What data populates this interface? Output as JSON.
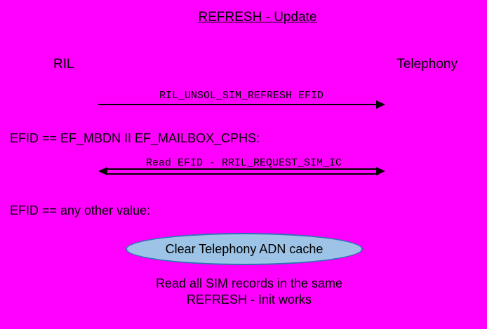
{
  "colors": {
    "background": "#FF00FF",
    "ellipse_fill": "#9DC3E6",
    "ellipse_border": "#2E74B5",
    "arrow": "#000000"
  },
  "title": "REFRESH - Update",
  "actors": {
    "left": "RIL",
    "right": "Telephony"
  },
  "messages": [
    {
      "label": "RIL_UNSOL_SIM_REFRESH EFID",
      "direction": "left-to-right"
    },
    {
      "label": "Read EFID - RRIL_REQUEST_SIM_IC",
      "direction": "bidirectional"
    }
  ],
  "conditions": [
    {
      "text": "EFID == EF_MBDN II EF_MAILBOX_CPHS:"
    },
    {
      "text": "EFID == any other value:"
    }
  ],
  "action_ellipse": {
    "label": "Clear Telephony ADN cache"
  },
  "note": {
    "line1": "Read all SIM records in the same",
    "line2": "REFRESH - Init works"
  }
}
